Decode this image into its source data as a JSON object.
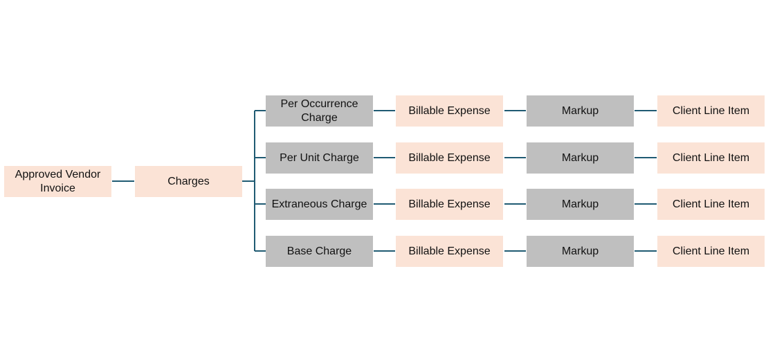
{
  "colors": {
    "peach_box": "#fbe3d6",
    "grey_box": "#bfbfbf",
    "connector": "#1f5a72",
    "text": "#111111"
  },
  "root": {
    "label": "Approved Vendor Invoice"
  },
  "charges": {
    "label": "Charges"
  },
  "rows": [
    {
      "charge": "Per Occurrence Charge",
      "expense": "Billable Expense",
      "markup": "Markup",
      "client": "Client Line Item"
    },
    {
      "charge": "Per Unit Charge",
      "expense": "Billable Expense",
      "markup": "Markup",
      "client": "Client Line Item"
    },
    {
      "charge": "Extraneous Charge",
      "expense": "Billable Expense",
      "markup": "Markup",
      "client": "Client Line Item"
    },
    {
      "charge": "Base Charge",
      "expense": "Billable Expense",
      "markup": "Markup",
      "client": "Client Line Item"
    }
  ]
}
